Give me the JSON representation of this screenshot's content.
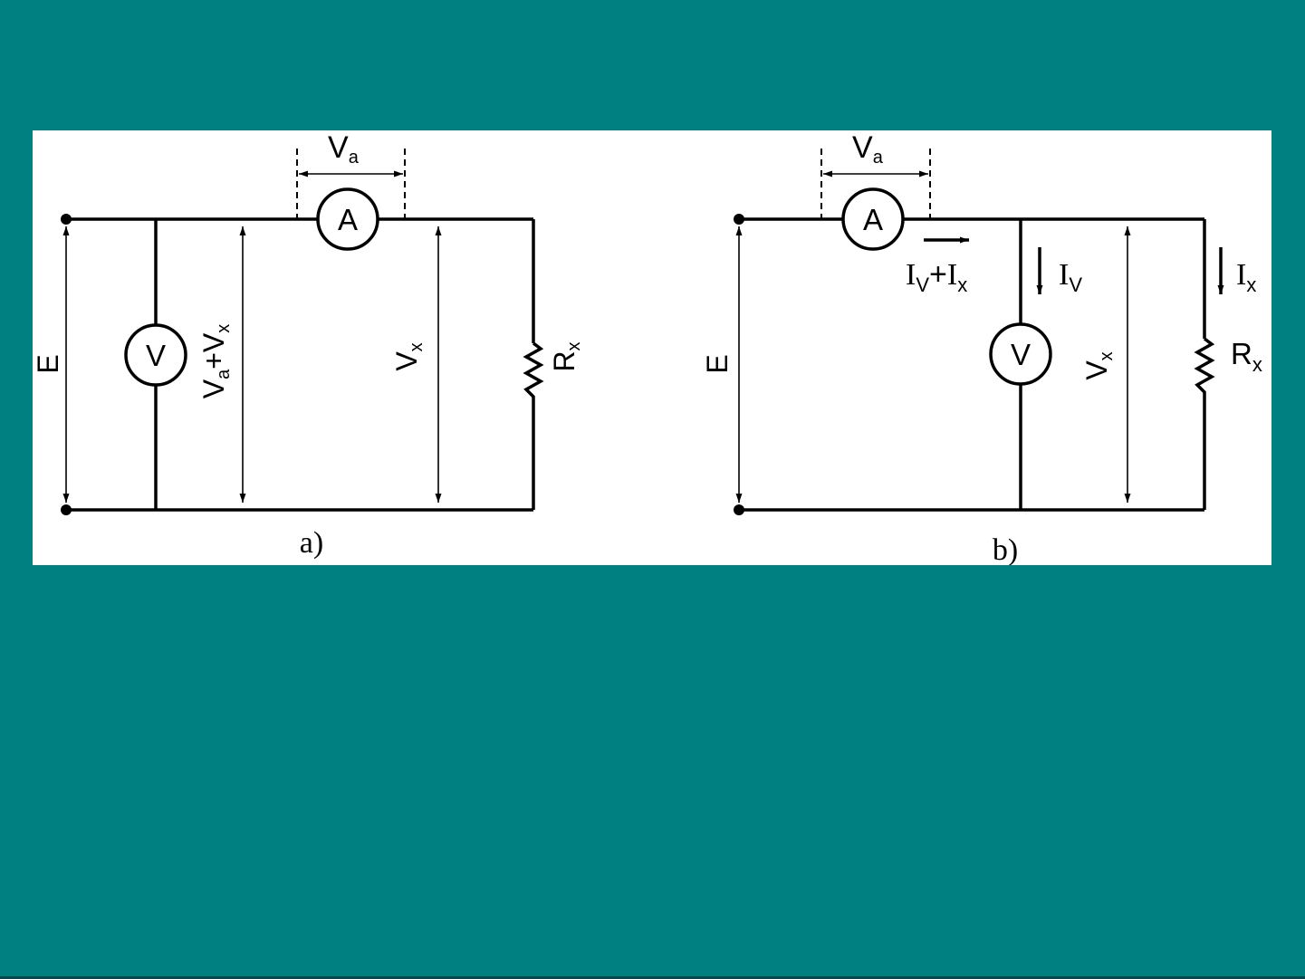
{
  "diagram_a": {
    "caption": "a)",
    "ammeter": "A",
    "voltmeter": "V",
    "source_label": "E",
    "ammeter_drop": {
      "main": "V",
      "sub": "a"
    },
    "meter_reading": {
      "v1": "V",
      "s1": "a",
      "plus": "+",
      "v2": "V",
      "s2": "x"
    },
    "load_voltage": {
      "main": "V",
      "sub": "x"
    },
    "resistor": {
      "main": "R",
      "sub": "x"
    }
  },
  "diagram_b": {
    "caption": "b)",
    "ammeter": "A",
    "voltmeter": "V",
    "source_label": "E",
    "ammeter_drop": {
      "main": "V",
      "sub": "a"
    },
    "total_current": {
      "i1": "I",
      "s1": "V",
      "plus": "+",
      "i2": "I",
      "s2": "x"
    },
    "voltmeter_current": {
      "main": "I",
      "sub": "V"
    },
    "load_current": {
      "main": "I",
      "sub": "x"
    },
    "load_voltage": {
      "main": "V",
      "sub": "x"
    },
    "resistor": {
      "main": "R",
      "sub": "x"
    }
  },
  "colors": {
    "background": "#008080",
    "panel": "#ffffff",
    "ink": "#000000"
  }
}
